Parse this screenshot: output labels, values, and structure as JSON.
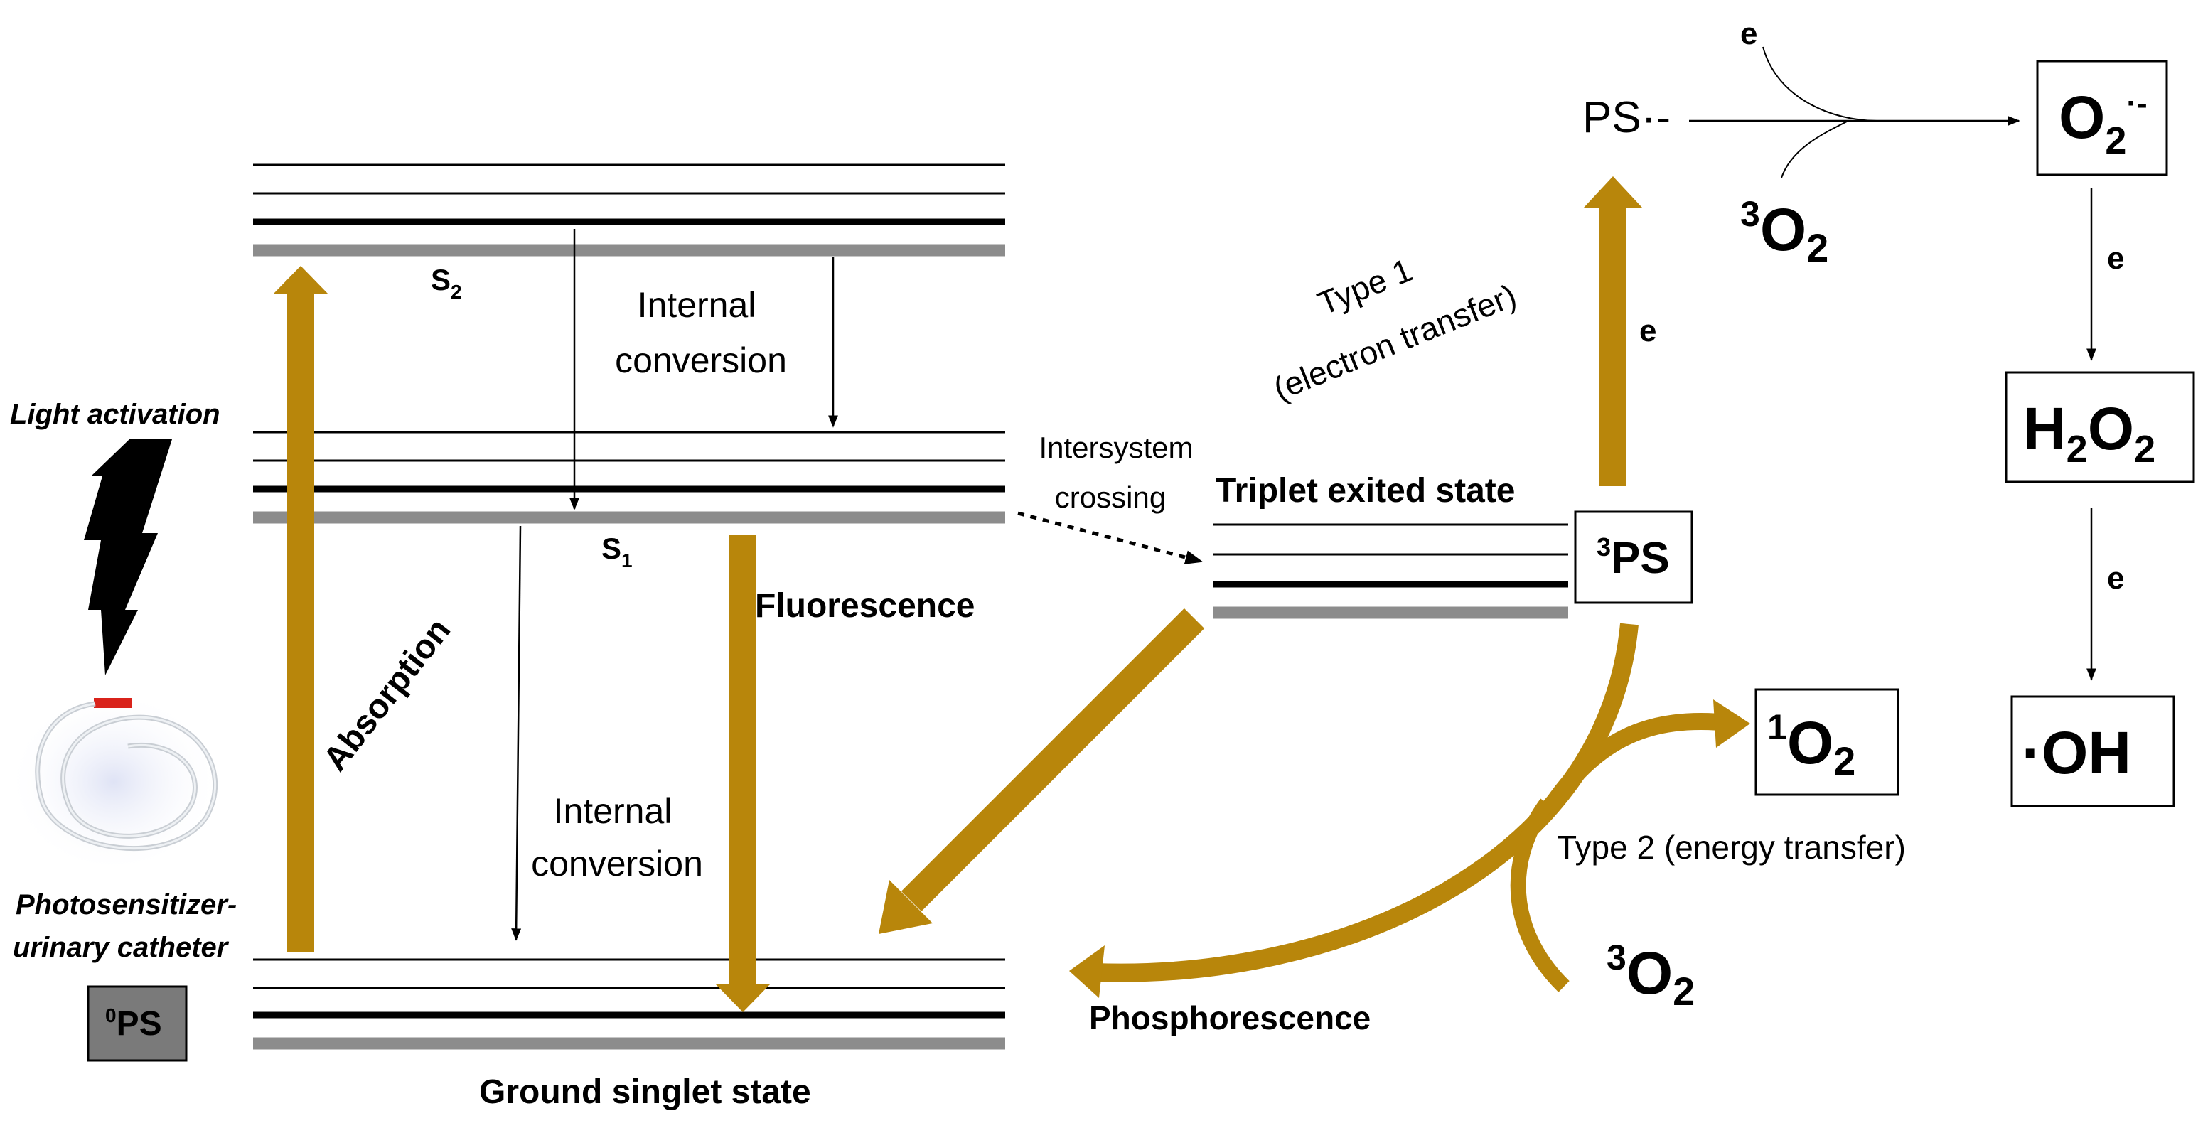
{
  "labels": {
    "light_activation": "Light activation",
    "photosensitizer_line1": "Photosensitizer-",
    "photosensitizer_line2": "urinary catheter",
    "ps0_sup": "0",
    "ps0_main": "PS",
    "absorption": "Absorption",
    "s2_main": "S",
    "s2_sub": "2",
    "s1_main": "S",
    "s1_sub": "1",
    "ic_top_line1": "Internal",
    "ic_top_line2": "conversion",
    "ic_bottom_line1": "Internal",
    "ic_bottom_line2": "conversion",
    "fluorescence": "Fluorescence",
    "isc_line1": "Intersystem",
    "isc_line2": "crossing",
    "triplet_state": "Triplet exited state",
    "ps3_sup": "3",
    "ps3_main": "PS",
    "type1_line1": "Type 1",
    "type1_line2": "(electron transfer)",
    "electron_e": "e",
    "ps_radical": "PS·-",
    "o2_triplet_top_sup": "3",
    "o2_triplet_top_main": "O",
    "o2_triplet_top_sub": "2",
    "superoxide_main": "O",
    "superoxide_sub": "2",
    "superoxide_sup": "·-",
    "h2o2_h": "H",
    "h2o2_sub1": "2",
    "h2o2_o": "O",
    "h2o2_sub2": "2",
    "hydroxyl": "·OH",
    "singlet_o2_sup": "1",
    "singlet_o2_main": "O",
    "singlet_o2_sub": "2",
    "type2": "Type 2 (energy transfer)",
    "o2_triplet_bottom_sup": "3",
    "o2_triplet_bottom_main": "O",
    "o2_triplet_bottom_sub": "2",
    "phosphorescence": "Phosphorescence",
    "ground_state": "Ground singlet state"
  },
  "colors": {
    "arrow_gold": "#b8860b",
    "arrow_gold_dark": "#7a5a06",
    "level_gray": "#8c8c8c",
    "ps0_box": "#7a7a7a",
    "catheter_tip": "#d9231b"
  },
  "icons": [
    "lightning-bolt-icon",
    "urinary-catheter-icon"
  ]
}
